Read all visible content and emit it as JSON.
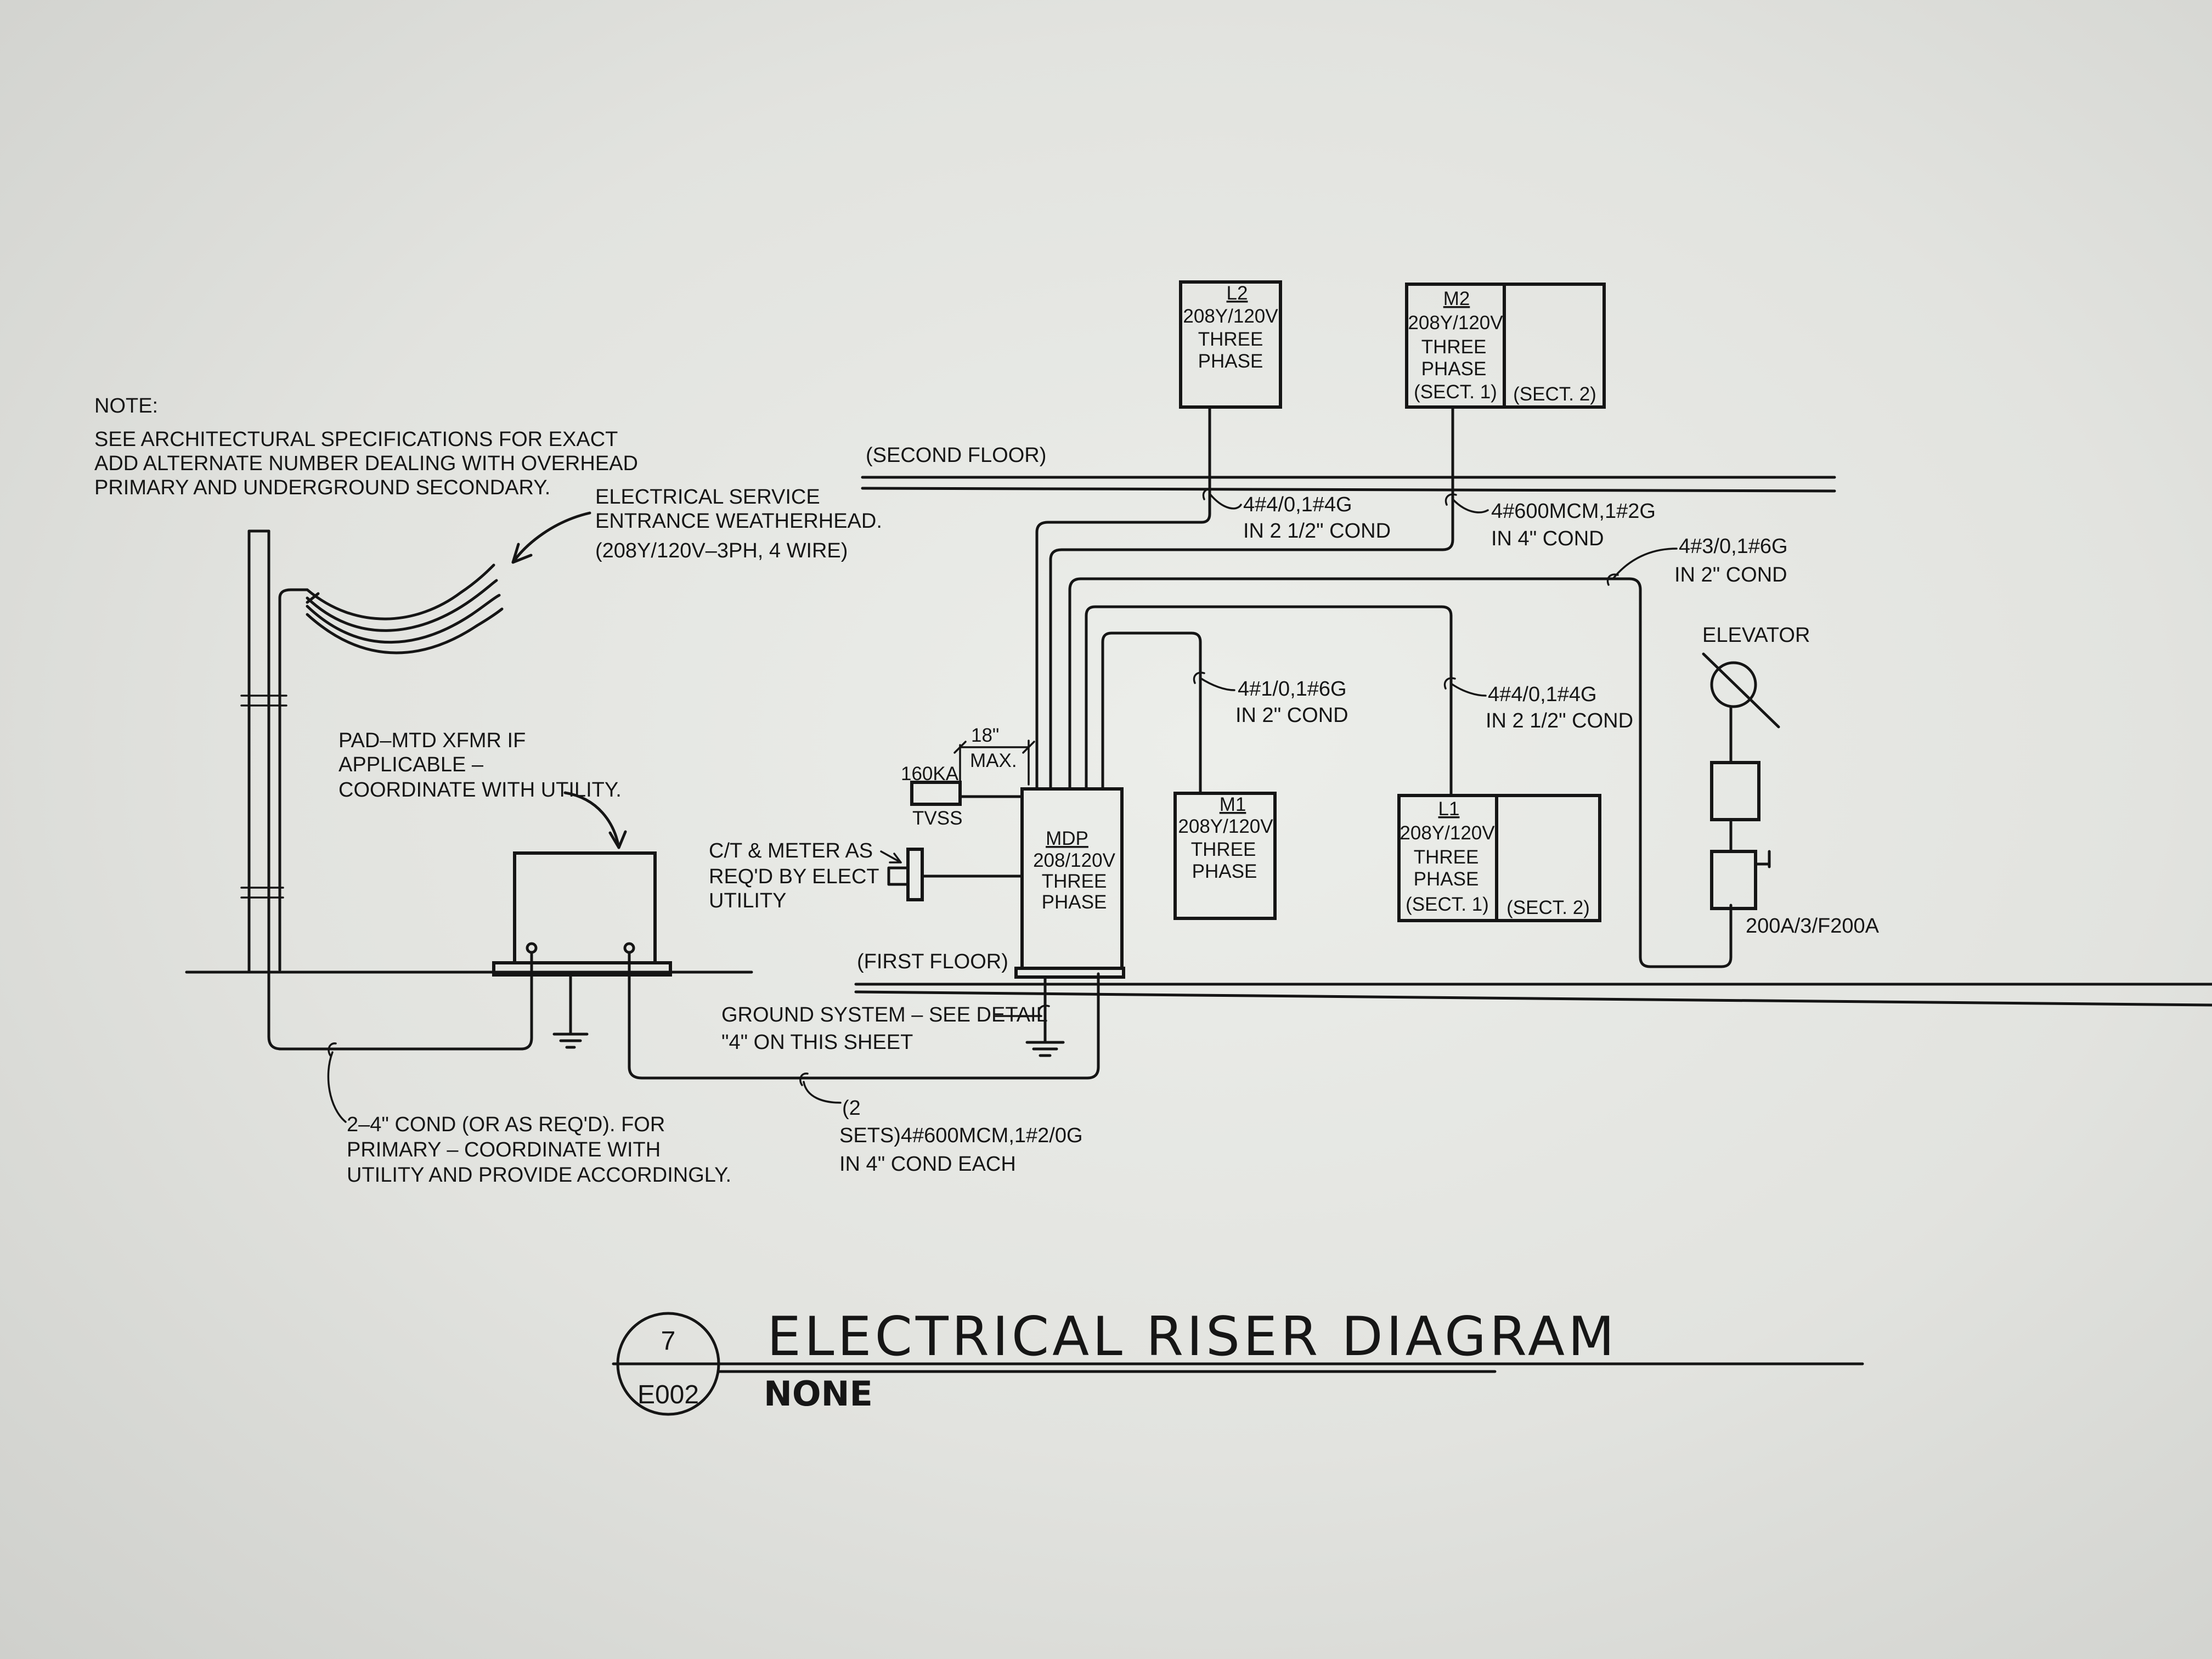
{
  "note": {
    "line1": "NOTE:",
    "line2": "SEE ARCHITECTURAL SPECIFICATIONS FOR EXACT",
    "line3": "ADD ALTERNATE NUMBER DEALING WITH OVERHEAD",
    "line4": "PRIMARY AND UNDERGROUND SECONDARY."
  },
  "weatherhead": {
    "line1": "ELECTRICAL SERVICE",
    "line2": "ENTRANCE WEATHERHEAD.",
    "line3": "(208Y/120V–3PH, 4 WIRE)"
  },
  "xfmr": {
    "line1": "PAD–MTD XFMR IF",
    "line2": "APPLICABLE  –",
    "line3": "COORDINATE WITH UTILITY."
  },
  "meter": {
    "line1": "C/T & METER AS",
    "line2": "REQ'D BY ELECT",
    "line3": "UTILITY"
  },
  "tvss": {
    "rating": "160KA",
    "label": "TVSS",
    "dim": "18\"",
    "dim_max": "MAX."
  },
  "floors": {
    "second": "(SECOND FLOOR)",
    "first": "(FIRST FLOOR)"
  },
  "panels": {
    "l2": {
      "name": "L2",
      "volt": "208Y/120V",
      "l3": "THREE",
      "l4": "PHASE"
    },
    "m2": {
      "name": "M2",
      "volt": "208Y/120V",
      "l3": "THREE",
      "l4": "PHASE",
      "sect1": "(SECT. 1)",
      "sect2": "(SECT. 2)"
    },
    "mdp": {
      "name": "MDP",
      "volt": "208/120V",
      "l3": "THREE",
      "l4": "PHASE"
    },
    "m1": {
      "name": "M1",
      "volt": "208Y/120V",
      "l3": "THREE",
      "l4": "PHASE"
    },
    "l1": {
      "name": "L1",
      "volt": "208Y/120V",
      "l3": "THREE",
      "l4": "PHASE",
      "sect1": "(SECT. 1)",
      "sect2": "(SECT. 2)"
    }
  },
  "feeders": {
    "l2_a": "4#4/0,1#4G",
    "l2_b": "IN 2 1/2\" COND",
    "m2_a": "4#600MCM,1#2G",
    "m2_b": "IN 4\" COND",
    "elev_a": "4#3/0,1#6G",
    "elev_b": "IN 2\" COND",
    "m1_a": "4#1/0,1#6G",
    "m1_b": "IN 2\" COND",
    "l1_a": "4#4/0,1#4G",
    "l1_b": "IN 2 1/2\" COND"
  },
  "elevator": {
    "label": "ELEVATOR",
    "rating": "200A/3/F200A"
  },
  "ground": {
    "line1": "GROUND SYSTEM  –  SEE DETAIL",
    "line2": "\"4\" ON THIS SHEET"
  },
  "primary_cond": {
    "line1": "2–4\" COND (OR AS REQ'D). FOR",
    "line2": "PRIMARY  –  COORDINATE WITH",
    "line3": "UTILITY AND PROVIDE ACCORDINGLY."
  },
  "service_cond": {
    "line1": "(2",
    "line2": "SETS)4#600MCM,1#2/0G",
    "line3": "IN 4\" COND EACH"
  },
  "title_block": {
    "title": "ELECTRICAL  RISER  DIAGRAM",
    "detail_no": "7",
    "sheet": "E002",
    "scale": "NONE"
  }
}
